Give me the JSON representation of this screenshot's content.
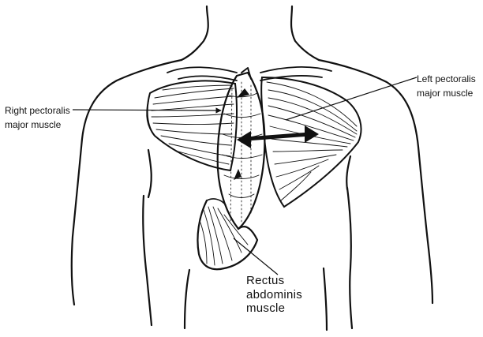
{
  "labels": {
    "right_pectoralis": {
      "line1": "Right pectoralis",
      "line2": "major muscle"
    },
    "left_pectoralis": {
      "line1": "Left pectoralis",
      "line2": "major muscle"
    },
    "rectus": {
      "line1": "Rectus",
      "line2": "abdominis",
      "line3": "muscle"
    }
  },
  "colors": {
    "ink": "#111111",
    "background": "#ffffff"
  }
}
